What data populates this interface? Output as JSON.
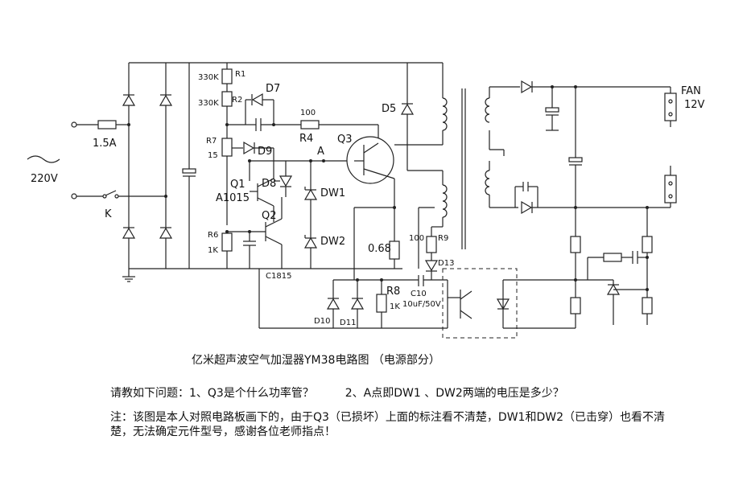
{
  "labels": {
    "mains": "220V",
    "fuse": "1.5A",
    "switch": "K",
    "r1v": "330K",
    "r1": "R1",
    "r2v": "330K",
    "r2": "R2",
    "d7": "D7",
    "r4v": "100",
    "r4": "R4",
    "d5": "D5",
    "r7": "R7",
    "r7v": "15",
    "d9": "D9",
    "a": "A",
    "q3": "Q3",
    "q1": "Q1",
    "q1t": "A1015",
    "d8": "D8",
    "dw1": "DW1",
    "q2": "Q2",
    "dw2": "DW2",
    "r6": "R6",
    "r6v": "1K",
    "c1815": "C1815",
    "r068": "0.68",
    "r9v": "100",
    "r9": "R9",
    "d13": "D13",
    "r8": "R8",
    "r8v": "1K",
    "c10": "C10",
    "c10v": "10uF/50V",
    "d10": "D10",
    "d11": "D11",
    "fan": "FAN",
    "fanv": "12V"
  },
  "caption": {
    "title": "亿米超声波空气加湿器YM38电路图",
    "part": "（电源部分）"
  },
  "question": {
    "intro": "请教如下问题：1、Q3是个什么功率管？",
    "second": "2、A点即DW1 、DW2两端的电压是多少？"
  },
  "note": {
    "text": "注：该图是本人对照电路板画下的，由于Q3（已损坏）上面的标注看不清楚，DW1和DW2（已击穿）也看不清楚，无法确定元件型号，感谢各位老师指点！"
  }
}
